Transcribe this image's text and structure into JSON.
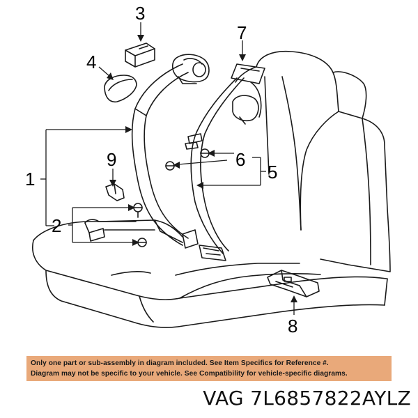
{
  "callouts": {
    "c1": "1",
    "c2": "2",
    "c3": "3",
    "c4": "4",
    "c5": "5",
    "c6": "6",
    "c7": "7",
    "c8": "8",
    "c9": "9"
  },
  "notice": {
    "line1": "Only one part or sub-assembly in diagram included. See Item Specifics for Reference #.",
    "line2": "Diagram may not be specific to your vehicle. See Compatibility for vehicle-specific diagrams."
  },
  "part_label": "VAG 7L6857822AYLZ",
  "colors": {
    "notice_background": "#e9a97a",
    "line_art": "#1a1a1a"
  }
}
